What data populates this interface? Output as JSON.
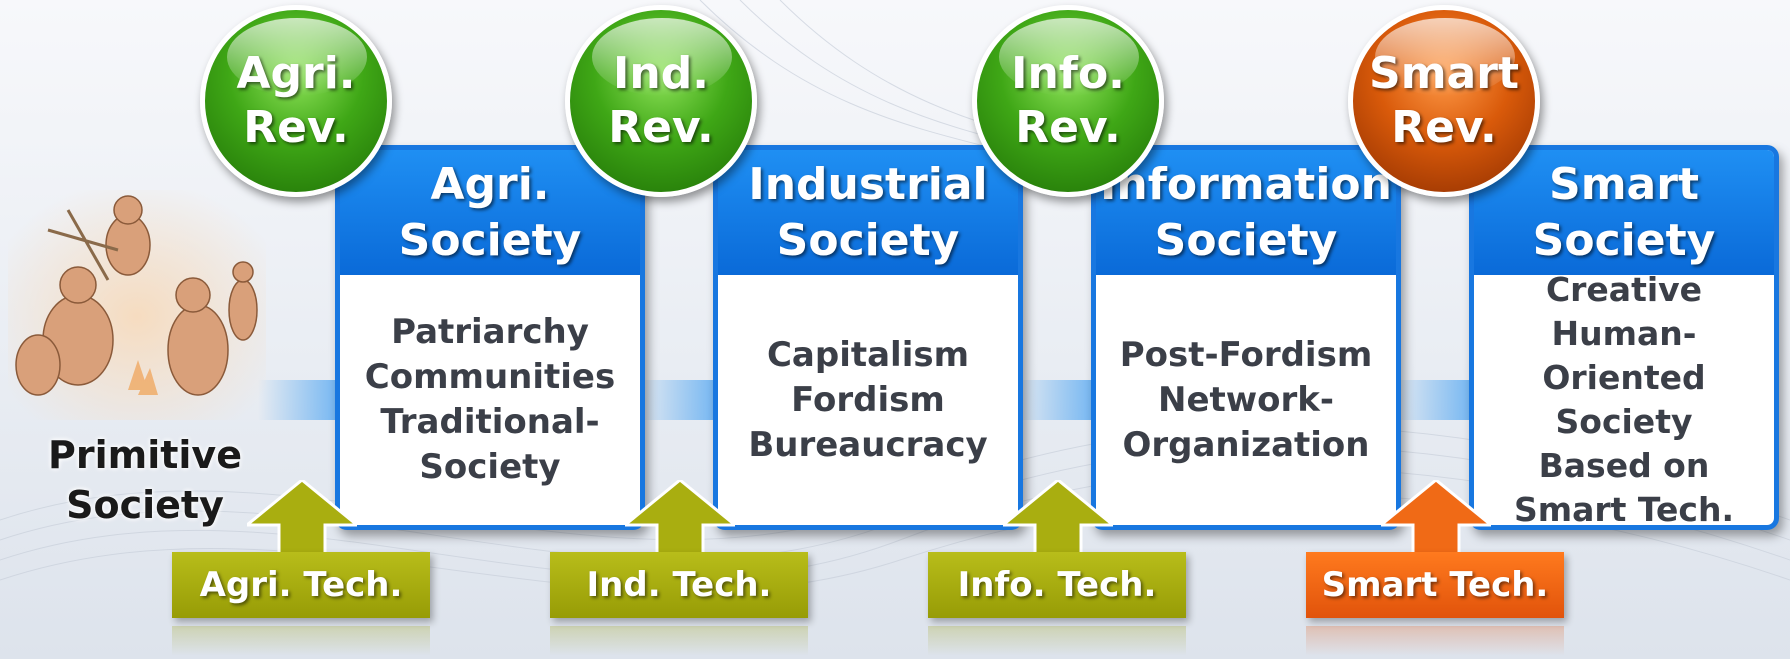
{
  "primitive": {
    "label_line1": "Primitive",
    "label_line2": "Society",
    "image": "primitive-humans-illustration"
  },
  "revolutions": [
    {
      "line1": "Agri.",
      "line2": "Rev.",
      "color": "#3fa716"
    },
    {
      "line1": "Ind.",
      "line2": "Rev.",
      "color": "#3fa716"
    },
    {
      "line1": "Info.",
      "line2": "Rev.",
      "color": "#3fa716"
    },
    {
      "line1": "Smart",
      "line2": "Rev.",
      "color": "#d95a0a"
    }
  ],
  "societies": [
    {
      "title1": "Agri.",
      "title2": "Society",
      "lines": [
        "Patriarchy",
        "Communities",
        "Traditional-",
        "Society"
      ]
    },
    {
      "title1": "Industrial",
      "title2": "Society",
      "lines": [
        "Capitalism",
        "Fordism",
        "Bureaucracy"
      ]
    },
    {
      "title1": "Information",
      "title2": "Society",
      "lines": [
        "Post-Fordism",
        "Network-",
        "Organization"
      ]
    },
    {
      "title1": "Smart",
      "title2": "Society",
      "lines": [
        "Creative",
        "Human-Oriented",
        "Society",
        "Based on",
        "Smart Tech."
      ]
    }
  ],
  "technologies": [
    {
      "label": "Agri. Tech.",
      "color": "#979c06"
    },
    {
      "label": "Ind. Tech.",
      "color": "#979c06"
    },
    {
      "label": "Info. Tech.",
      "color": "#979c06"
    },
    {
      "label": "Smart Tech.",
      "color": "#e1530b"
    }
  ],
  "colors": {
    "card_blue": "#1877e0",
    "flow_arrow": "#1f8ff3",
    "olive": "#979c06",
    "orange": "#e1530b"
  }
}
